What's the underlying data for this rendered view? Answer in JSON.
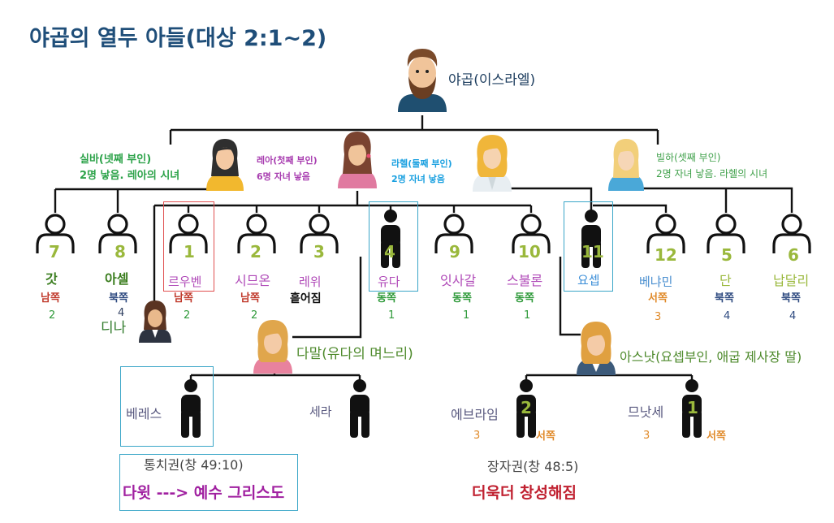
{
  "title": "야곱의  열두 아들(대상 2:1~2)",
  "jacob": "야곱(이스라엘)",
  "wives": {
    "zilpah": {
      "name": "실바(넷째 부인)",
      "desc": "2명 낳음. 레아의 시녀"
    },
    "leah": {
      "name": "레아(첫째 부인)",
      "desc": "6명 자녀 낳음"
    },
    "rachel": {
      "name": "라헬(둘째 부인)",
      "desc": "2명 자녀 낳음"
    },
    "bilhah": {
      "name": "빌하(셋째 부인)",
      "desc": "2명 자녀 낳음. 라헬의 시녀"
    }
  },
  "sons": [
    {
      "num": "7",
      "name": "갓",
      "dir": "남쪽",
      "count": "2"
    },
    {
      "num": "8",
      "name": "아셀",
      "dir": "북쪽",
      "count": "4"
    },
    {
      "num": "1",
      "name": "르우벤",
      "dir": "남쪽",
      "count": "2"
    },
    {
      "num": "2",
      "name": "시므온",
      "dir": "남쪽",
      "count": "2"
    },
    {
      "num": "3",
      "name": "레위",
      "dir": "흩어짐",
      "count": ""
    },
    {
      "num": "4",
      "name": "유다",
      "dir": "동쪽",
      "count": "1"
    },
    {
      "num": "9",
      "name": "잇사갈",
      "dir": "동쪽",
      "count": "1"
    },
    {
      "num": "10",
      "name": "스불론",
      "dir": "동쪽",
      "count": "1"
    },
    {
      "num": "11",
      "name": "요셉",
      "dir": "",
      "count": ""
    },
    {
      "num": "12",
      "name": "베냐민",
      "dir": "서쪽",
      "count": "3"
    },
    {
      "num": "5",
      "name": "단",
      "dir": "북쪽",
      "count": "4"
    },
    {
      "num": "6",
      "name": "납달리",
      "dir": "북쪽",
      "count": "4"
    }
  ],
  "dinah": "디나",
  "tamar": "다말(유다의 며느리)",
  "asenath": "아스낫(요셉부인, 애굽 제사장 딸)",
  "grandsons": {
    "perez": "베레스",
    "zerah": "세라",
    "ephraim": {
      "name": "에브라임",
      "num": "2",
      "count": "3",
      "dir": "서쪽"
    },
    "manasseh": {
      "name": "므낫세",
      "num": "1",
      "count": "3",
      "dir": "서쪽"
    }
  },
  "rule": {
    "ref": "통치권(창 49:10)",
    "line": "다윗 ---> 예수 그리스도"
  },
  "birthright": {
    "ref": "장자권(창 48:5)",
    "line": "더욱더 창성해짐"
  },
  "colors": {
    "title": "#1f4e79",
    "name_green": "#3a7d1e",
    "name_purple": "#b04ab8",
    "name_blue": "#3d8fd8",
    "name_orange": "#e08a2a",
    "name_gray": "#7d7d99",
    "num_green": "#9ab83c",
    "dir_red": "#c0392b",
    "dir_navy": "#2e4a80",
    "dir_green": "#2f9a3a",
    "zilpah": "#2da34a",
    "leah": "#a83db0",
    "rachel": "#1aa0e0",
    "bilhah": "#3fa04a",
    "tamar": "#4e8a2c",
    "rule_purple": "#a020a0",
    "birthright_red": "#c02030",
    "box_red": "#e05050",
    "box_teal": "#3aa6c8"
  }
}
